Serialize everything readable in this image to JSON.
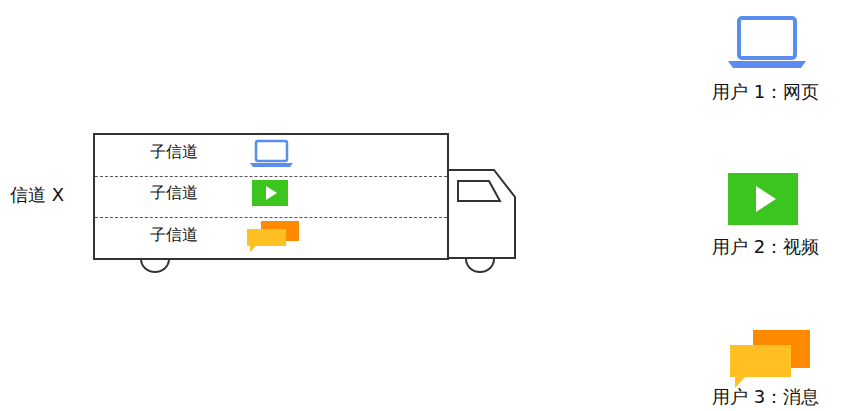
{
  "diagram": {
    "nodes": [
      {
        "text": [
          "信道 X"
        ]
      },
      {
        "text": [
          "子信道"
        ],
        "in": 0
      },
      {
        "text": [
          "子信道"
        ],
        "in": 0
      },
      {
        "text": [
          "子信道"
        ],
        "in": 0
      }
    ],
    "labels": [
      "用户 1：网页",
      "用户 2：视频",
      "用户 3：消息"
    ]
  }
}
